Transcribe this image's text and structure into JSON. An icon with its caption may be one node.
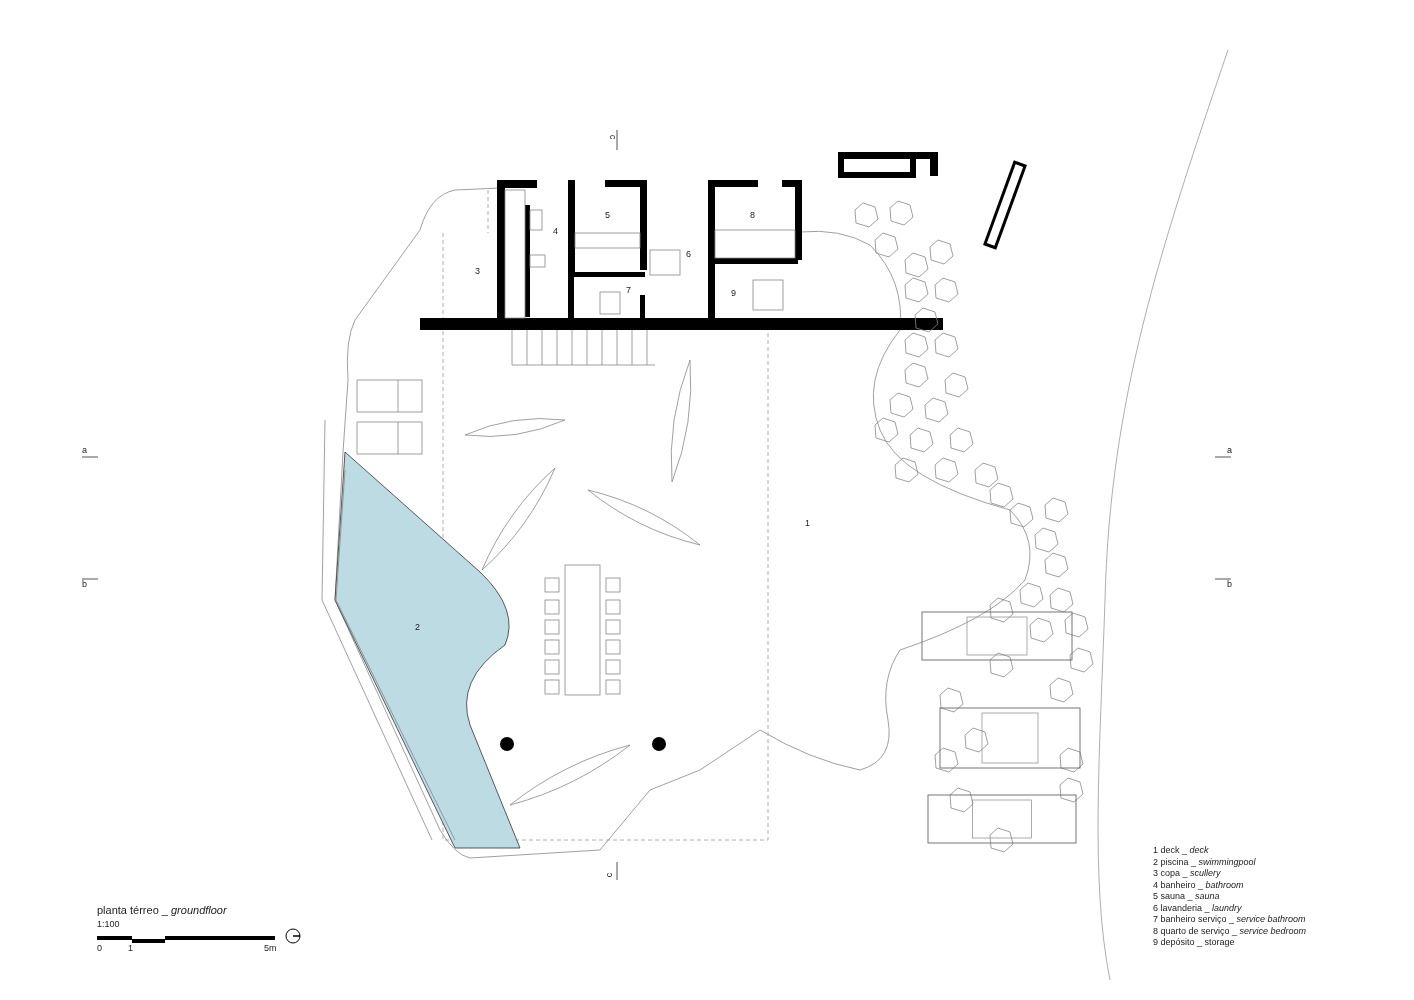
{
  "diagram": {
    "title": "planta térreo _ *groundfloor*",
    "labels": [
      "c",
      "5",
      "8",
      "4",
      "6",
      "3",
      "7",
      "9",
      "a",
      "a",
      "1",
      "b",
      "b",
      "2",
      "c",
      "1:100",
      "0",
      "1",
      "5m",
      "1 deck _ *deck*",
      "2 piscina _ *swimmingpool*",
      "3 copa _ *scullery*",
      "4 banheiro _ *bathroom*",
      "5 sauna _ *sauna*",
      "6 lavanderia _ *laundry*",
      "7 banheiro serviço _ *service bathroom*",
      "8 quarto de serviço _ *service bedroom*",
      "9 depósito _ storage"
    ]
  }
}
